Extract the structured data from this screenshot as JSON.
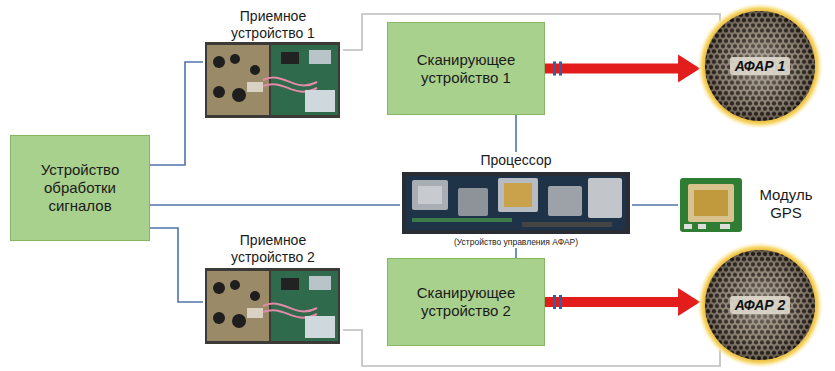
{
  "diagram": {
    "nodes": [
      {
        "text": [
          "Приемное устройство 1"
        ]
      },
      {
        "text": [
          "Сканирующее устройство 1"
        ]
      },
      {
        "text": [
          "АФАР 1"
        ]
      },
      {
        "text": [
          "Устройство обработки сигналов"
        ]
      },
      {
        "text": [
          "Процессор",
          "(Устройство управления АФАР)"
        ]
      },
      {
        "text": [
          "Модуль GPS"
        ]
      },
      {
        "text": [
          "Приемное устройство 2"
        ]
      },
      {
        "text": [
          "Сканирующее устройство 2"
        ]
      },
      {
        "text": [
          "АФАР 2"
        ]
      }
    ],
    "edges": [
      {
        "from": 3,
        "to": 0,
        "arrow": "none"
      },
      {
        "from": 3,
        "to": 6,
        "arrow": "none"
      },
      {
        "from": 3,
        "to": 4,
        "arrow": "none"
      },
      {
        "from": 4,
        "to": 5,
        "arrow": "none"
      },
      {
        "from": 4,
        "to": 1,
        "arrow": "none"
      },
      {
        "from": 4,
        "to": 7,
        "arrow": "none"
      },
      {
        "from": 1,
        "to": 2,
        "arrow": "to"
      },
      {
        "from": 7,
        "to": 8,
        "arrow": "to"
      },
      {
        "from": 0,
        "to": 2,
        "arrow": "none"
      },
      {
        "from": 6,
        "to": 8,
        "arrow": "none"
      }
    ]
  }
}
